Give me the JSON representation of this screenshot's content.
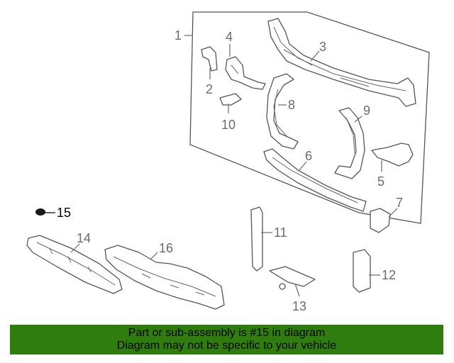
{
  "diagram": {
    "callouts": [
      "1",
      "2",
      "3",
      "4",
      "5",
      "6",
      "7",
      "8",
      "9",
      "10",
      "11",
      "12",
      "13",
      "14",
      "15",
      "16"
    ],
    "highlight_callout": "15"
  },
  "banner": {
    "line1": "Part or sub-assembly is #15 in diagram",
    "line2": "Diagram may not be specific to your vehicle",
    "background": "#2e7d0e"
  },
  "colors": {
    "line_art": "#555555",
    "callout_text": "#6b6b6b",
    "highlight": "#000000"
  }
}
